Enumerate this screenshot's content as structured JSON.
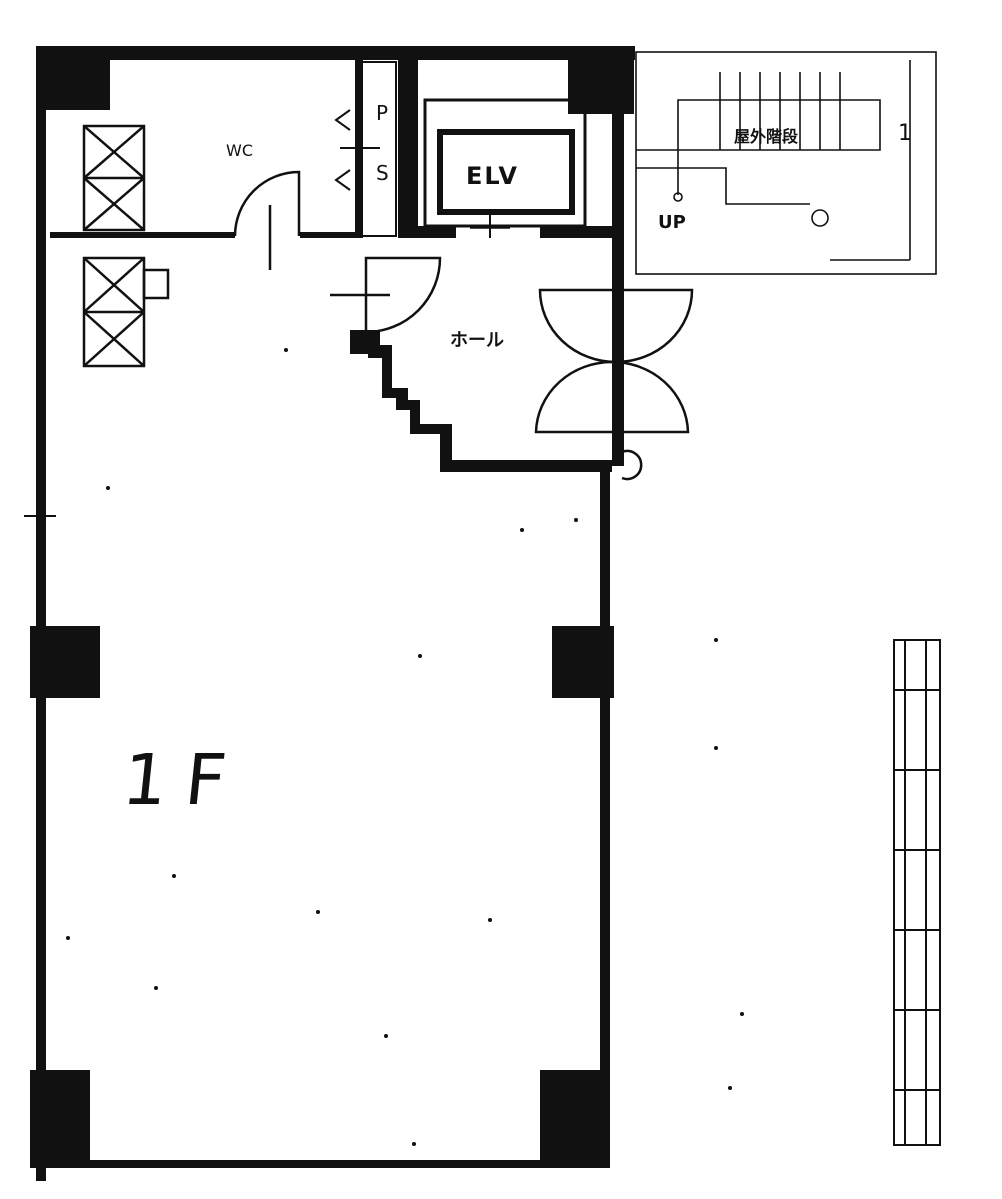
{
  "floor_plan": {
    "floor_label": "1F",
    "rooms": {
      "elevator": "ELV",
      "hall": "ホール",
      "outdoor_stairs": "屋外階段",
      "stair_number": "1",
      "stairs_direction": "UP",
      "shaft_p": "P",
      "shaft_s": "S"
    },
    "symbols": {
      "wc_area": "WC",
      "stair_icon": "stairs-icon",
      "door_icon": "door-swing-icon",
      "storage_icon": "storage-cross-icon"
    }
  }
}
